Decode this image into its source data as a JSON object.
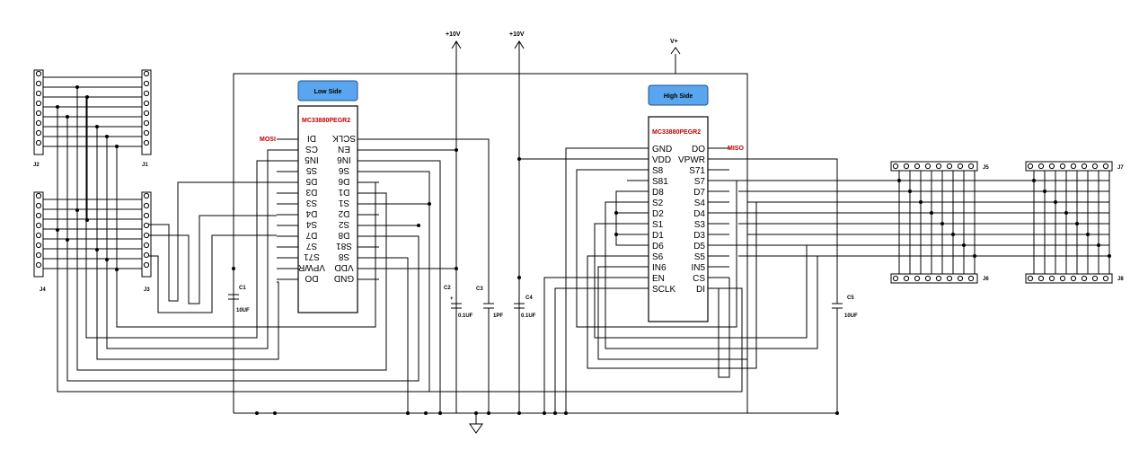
{
  "power": {
    "v10_left": "+10V",
    "v10_right": "+10V",
    "vplus": "V+"
  },
  "low_side": {
    "badge": "Low Side",
    "part": "MC33880PEGR2",
    "left_pins": [
      "DI",
      "CS",
      "IN5",
      "S5",
      "D5",
      "D3",
      "S3",
      "D4",
      "S4",
      "D7",
      "S7",
      "S71",
      "VPWR",
      "DO"
    ],
    "right_pins": [
      "SCLK",
      "EN",
      "IN6",
      "S6",
      "D6",
      "D1",
      "S1",
      "D2",
      "S2",
      "D8",
      "S81",
      "S8",
      "VDD",
      "GND"
    ],
    "net_in": "MOSI"
  },
  "high_side": {
    "badge": "High Side",
    "part": "MC33880PEGR2",
    "left_pins": [
      "GND",
      "VDD",
      "S8",
      "S81",
      "D8",
      "S2",
      "D2",
      "S1",
      "D1",
      "D6",
      "S6",
      "IN6",
      "EN",
      "SCLK"
    ],
    "right_pins": [
      "DO",
      "VPWR",
      "S71",
      "S7",
      "D7",
      "S4",
      "D4",
      "S3",
      "D3",
      "D5",
      "S5",
      "IN5",
      "CS",
      "DI"
    ],
    "net_out": "MISO"
  },
  "caps": [
    {
      "ref": "C1",
      "value": "10UF"
    },
    {
      "ref": "C2",
      "value": "0.1UF"
    },
    {
      "ref": "C3",
      "value": "1PF"
    },
    {
      "ref": "C4",
      "value": "0.1UF"
    },
    {
      "ref": "C5",
      "value": "10UF"
    }
  ],
  "connectors": {
    "j1": "J1",
    "j2": "J2",
    "j3": "J3",
    "j4": "J4",
    "j5": "J5",
    "j6": "J6",
    "j7": "J7",
    "j8": "J8"
  }
}
